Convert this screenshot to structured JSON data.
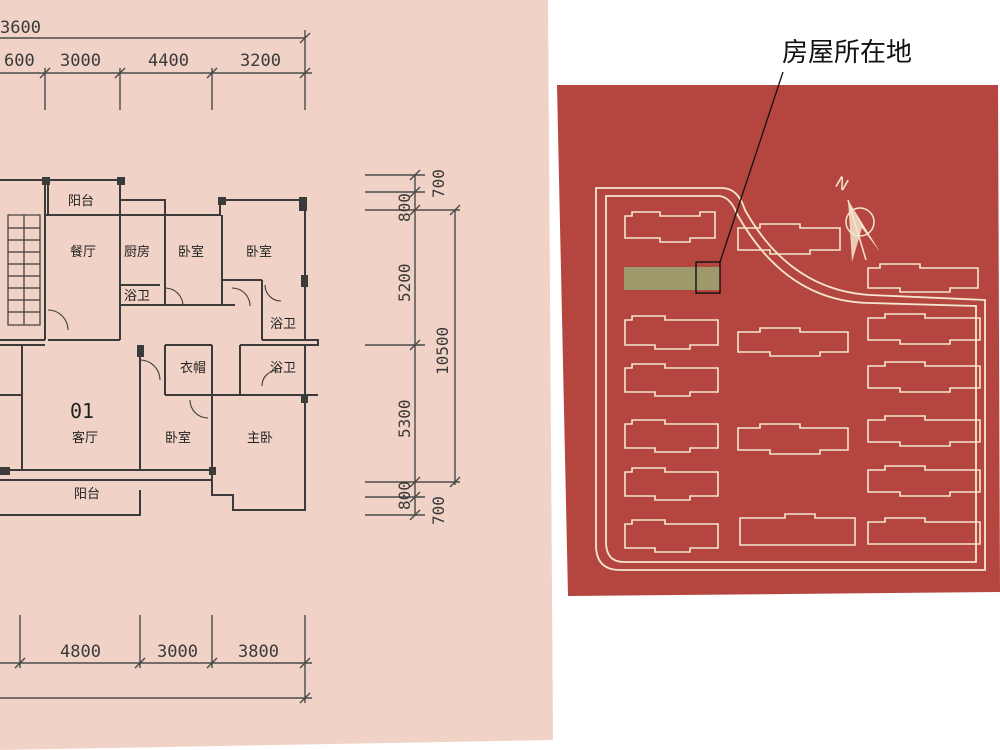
{
  "floor_plan": {
    "top_dimension_total": "3600",
    "top_dimensions": [
      "600",
      "3000",
      "4400",
      "3200"
    ],
    "bottom_dimensions": [
      "4800",
      "3000",
      "3800"
    ],
    "right_dimensions": [
      "700",
      "800",
      "5200",
      "5300",
      "800",
      "700"
    ],
    "right_dimension_total": "10500",
    "unit_number": "01",
    "rooms": {
      "balcony_top": "阳台",
      "dining": "餐厅",
      "kitchen": "厨房",
      "bath_small": "浴卫",
      "bedroom_1": "卧室",
      "bedroom_2": "卧室",
      "bath_right_1": "浴卫",
      "bath_right_2": "浴卫",
      "closet": "衣帽",
      "living": "客厅",
      "bedroom_3": "卧室",
      "master": "主卧",
      "balcony_bottom": "阳台"
    },
    "colors": {
      "paper": "#f1d2c6",
      "ink": "#3b3b3b"
    }
  },
  "site_plan": {
    "callout_label": "房屋所在地",
    "north_label": "N",
    "colors": {
      "background": "#b5463f",
      "outline": "#f4e6cf",
      "highlight": "#9e9a6c"
    }
  }
}
